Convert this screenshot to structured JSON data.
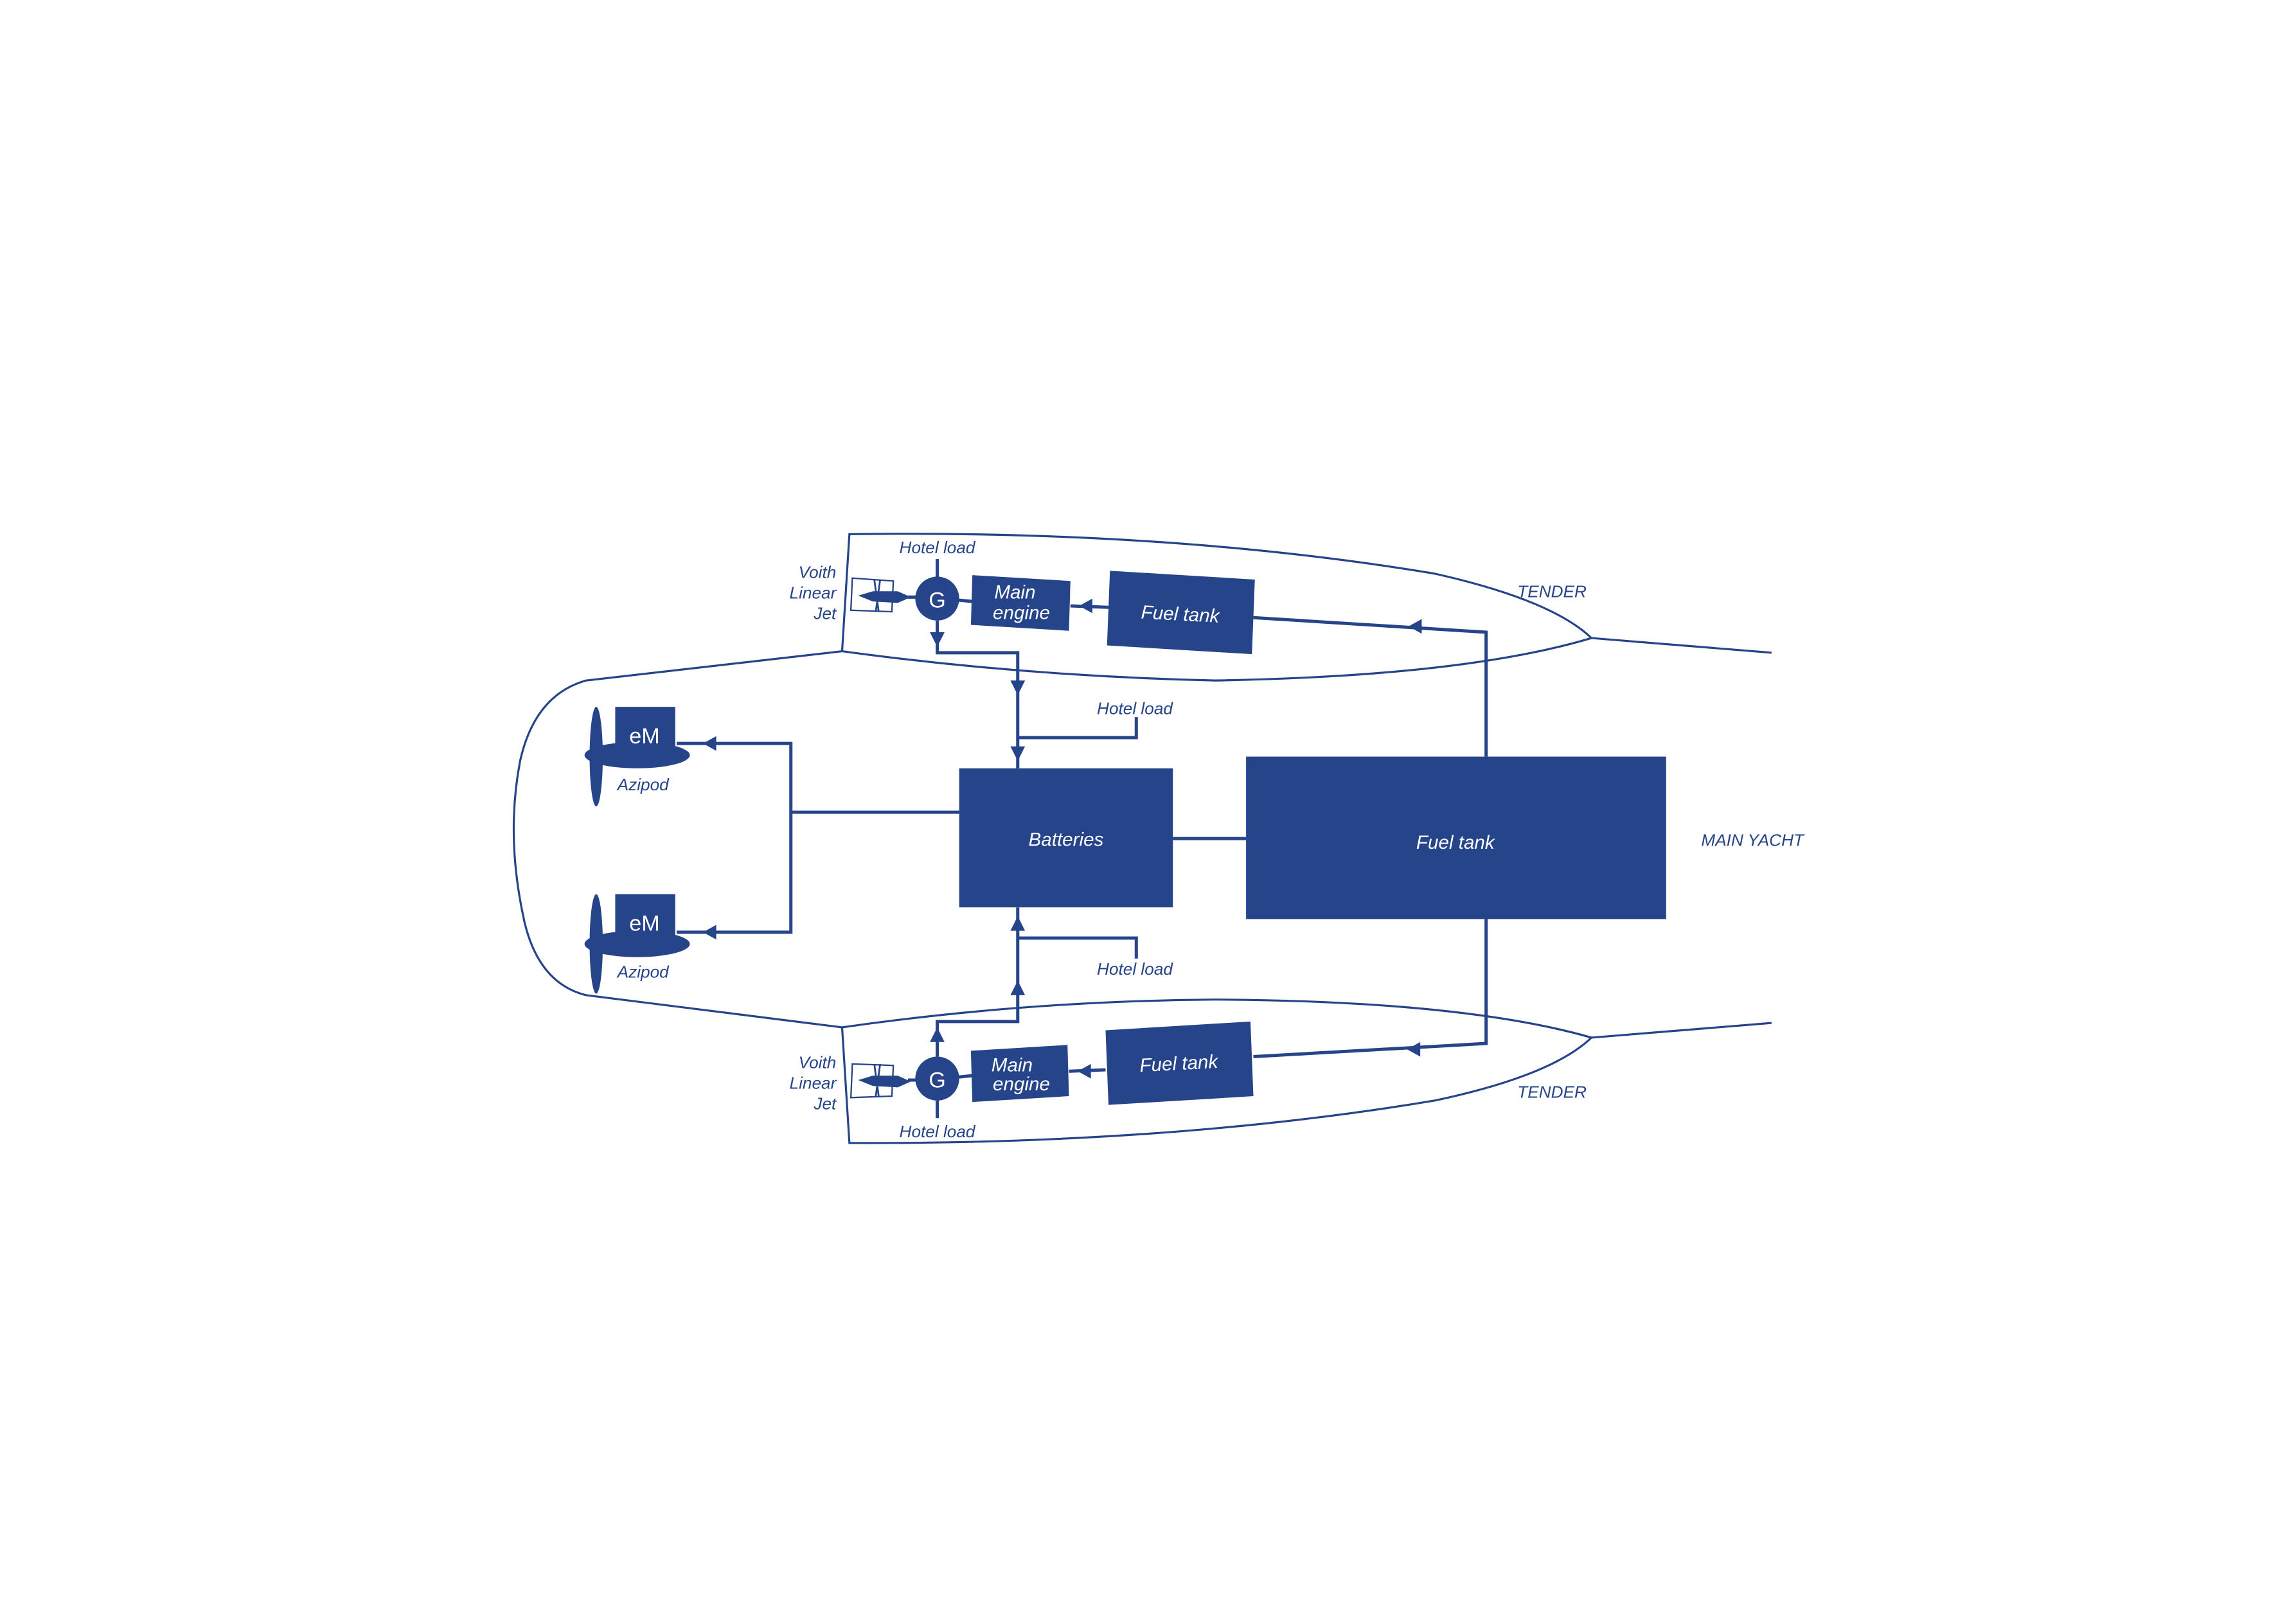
{
  "diagram": {
    "colors": {
      "primary": "#25448a",
      "background": "#ffffff"
    },
    "vessels": {
      "tender_top": "TENDER",
      "tender_bottom": "TENDER",
      "main": "MAIN YACHT"
    },
    "tender_top": {
      "jet": [
        "Voith",
        "Linear",
        "Jet"
      ],
      "generator": "G",
      "engine": [
        "Main",
        "engine"
      ],
      "fuel_tank": "Fuel tank",
      "hotel_load": "Hotel load"
    },
    "tender_bottom": {
      "jet": [
        "Voith",
        "Linear",
        "Jet"
      ],
      "generator": "G",
      "engine": [
        "Main",
        "engine"
      ],
      "fuel_tank": "Fuel tank",
      "hotel_load": "Hotel load"
    },
    "main_yacht": {
      "batteries": "Batteries",
      "fuel_tank": "Fuel tank",
      "hotel_load_top": "Hotel load",
      "hotel_load_bottom": "Hotel load",
      "azipod_top": {
        "motor": "eM",
        "label": "Azipod"
      },
      "azipod_bottom": {
        "motor": "eM",
        "label": "Azipod"
      }
    }
  }
}
